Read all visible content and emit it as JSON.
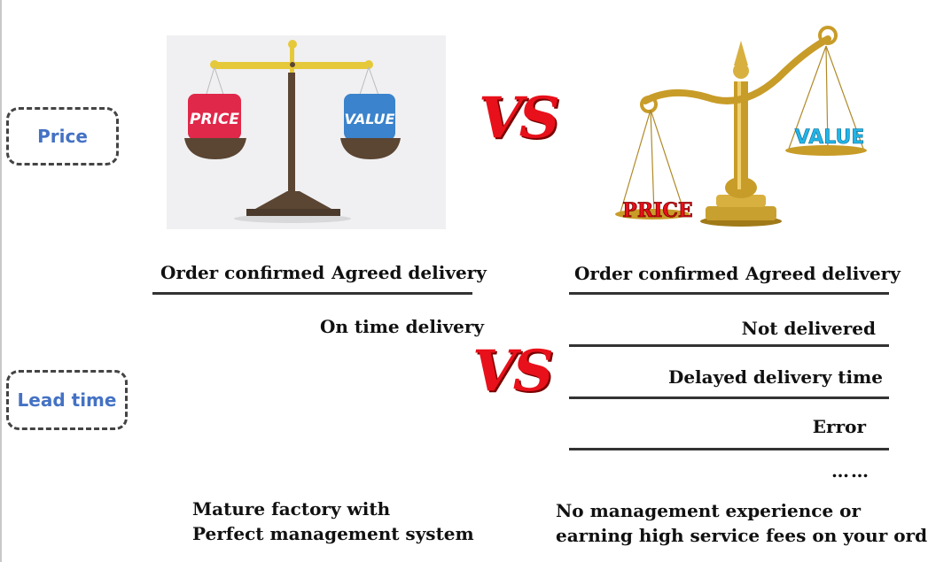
{
  "pills": {
    "price": "Price",
    "lead_time": "Lead time"
  },
  "vs_text": "VS",
  "left_scale": {
    "left_tag": "PRICE",
    "right_tag": "VALUE"
  },
  "right_scale": {
    "left_tag": "PRICE",
    "right_tag": "VALUE"
  },
  "left_column": {
    "order_confirmed": "Order confirmed",
    "agreed_delivery": "Agreed delivery",
    "on_time": "On time delivery",
    "footer_line1": "Mature factory with",
    "footer_line2": "Perfect management system"
  },
  "right_column": {
    "order_confirmed": "Order confirmed",
    "agreed_delivery": "Agreed delivery",
    "outcomes": [
      "Not delivered",
      "Delayed delivery time",
      "Error",
      "……"
    ],
    "footer_line1": "No management experience or",
    "footer_line2": "earning high service fees on your order"
  }
}
